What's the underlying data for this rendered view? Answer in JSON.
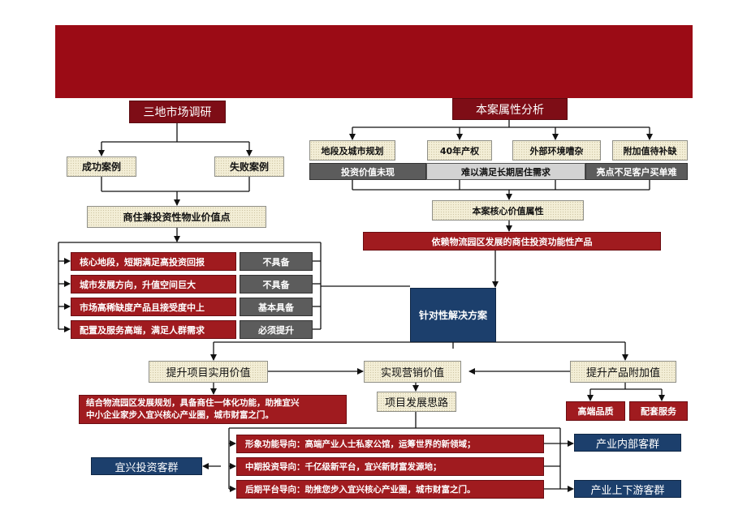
{
  "market_research": "三地市场调研",
  "success_cases": "成功案例",
  "failure_cases": "失败案例",
  "value_points": "商住兼投资性物业价值点",
  "project_attributes": "本案属性分析",
  "attribute_items": [
    "地段及城市规划",
    "40年产权",
    "外部环境嘈杂",
    "附加值待补缺"
  ],
  "attribute_issues": [
    "投资价值未现",
    "难以满足长期居住需求",
    "亮点不足客户买单难"
  ],
  "core_value_attr": "本案核心价值属性",
  "core_value_product": "依赖物流园区发展的商住投资功能性产品",
  "value_rows": [
    {
      "point": "核心地段，短期满足高投资回报",
      "status": "不具备"
    },
    {
      "point": "城市发展方向，升值空间巨大",
      "status": "不具备"
    },
    {
      "point": "市场高稀缺度产品且接受度中上",
      "status": "基本具备"
    },
    {
      "point": "配置及服务高端，满足人群需求",
      "status": "必须提升"
    }
  ],
  "solution": "针对性解决方案",
  "improve_practical_value": "提升项目实用价值",
  "marketing_value": "实现营销价值",
  "improve_product_value": "提升产品附加值",
  "practical_desc": [
    "结合物流园区发展规划，具备商住一体化功能，助推宜兴",
    "中小企业家步入宜兴核心产业圈，城市财富之门。"
  ],
  "high_end_quality": "高端品质",
  "support_services": "配套服务",
  "dev_approach": "项目发展思路",
  "approach_items": [
    "形象功能导向：高端产业人士私家公馆，运筹世界的新领域；",
    "中期投资导向：千亿级新平台，宜兴新财富发源地；",
    "后期平台导向：助推您步入宜兴核心产业圈，城市财富之门。"
  ],
  "customer_groups": {
    "industry_internal": "产业内部客群",
    "yixing_investors": "宜兴投资客群",
    "upstream_downstream": "产业上下游客群"
  },
  "colors": {
    "banner": "#9b0b15",
    "dark_red": "#7e0d16",
    "navy": "#1c3f6c",
    "beige": "#f3eed6",
    "grey": "#5c5c5c"
  }
}
